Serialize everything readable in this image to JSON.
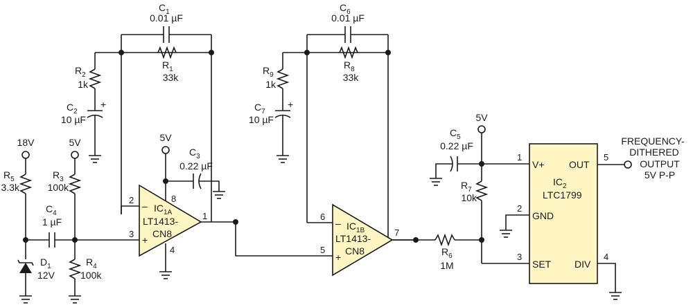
{
  "components": {
    "C1": {
      "ref": "C",
      "sub": "1",
      "value": "0.01 µF"
    },
    "C6": {
      "ref": "C",
      "sub": "6",
      "value": "0.01 µF"
    },
    "R1": {
      "ref": "R",
      "sub": "1",
      "value": "33k"
    },
    "R8": {
      "ref": "R",
      "sub": "8",
      "value": "33k"
    },
    "R2": {
      "ref": "R",
      "sub": "2",
      "value": "1k"
    },
    "R9": {
      "ref": "R",
      "sub": "9",
      "value": "1k"
    },
    "C2": {
      "ref": "C",
      "sub": "2",
      "value": "10 µF"
    },
    "C7": {
      "ref": "C",
      "sub": "7",
      "value": "10 µF"
    },
    "C3": {
      "ref": "C",
      "sub": "3",
      "value": "0.22 µF"
    },
    "C4": {
      "ref": "C",
      "sub": "4",
      "value": "1 µF"
    },
    "C5": {
      "ref": "C",
      "sub": "5",
      "value": "0.22 µF"
    },
    "R3": {
      "ref": "R",
      "sub": "3",
      "value": "100k"
    },
    "R4": {
      "ref": "R",
      "sub": "4",
      "value": "100k"
    },
    "R5": {
      "ref": "R",
      "sub": "5",
      "value": "3.3k"
    },
    "R6": {
      "ref": "R",
      "sub": "6",
      "value": "1M"
    },
    "R7": {
      "ref": "R",
      "sub": "7",
      "value": "10k"
    },
    "D1": {
      "ref": "D",
      "sub": "1",
      "value": "12V"
    }
  },
  "supplies": {
    "v18": "18V",
    "v5": "5V"
  },
  "polarity": "+",
  "ic1a": {
    "ref": "IC",
    "sub": "1A",
    "part1": "LT1413-",
    "part2": "CN8",
    "minus": "–",
    "plus": "+",
    "pins": {
      "inv": "2",
      "noninv": "3",
      "out": "1",
      "vcc": "8",
      "gnd": "4"
    }
  },
  "ic1b": {
    "ref": "IC",
    "sub": "1B",
    "part1": "LT1413-",
    "part2": "CN8",
    "minus": "–",
    "plus": "+",
    "pins": {
      "inv": "6",
      "noninv": "5",
      "out": "7"
    }
  },
  "ic2": {
    "ref": "IC",
    "sub": "2",
    "part": "LTC1799",
    "labels": {
      "vplus": "V+",
      "out": "OUT",
      "gnd": "GND",
      "set": "SET",
      "div": "DIV"
    },
    "pins": {
      "vplus": "1",
      "out": "5",
      "gnd": "2",
      "set": "3",
      "div": "4"
    }
  },
  "output_label": [
    "FREQUENCY-",
    "DITHERED",
    "OUTPUT",
    "5V P-P"
  ]
}
